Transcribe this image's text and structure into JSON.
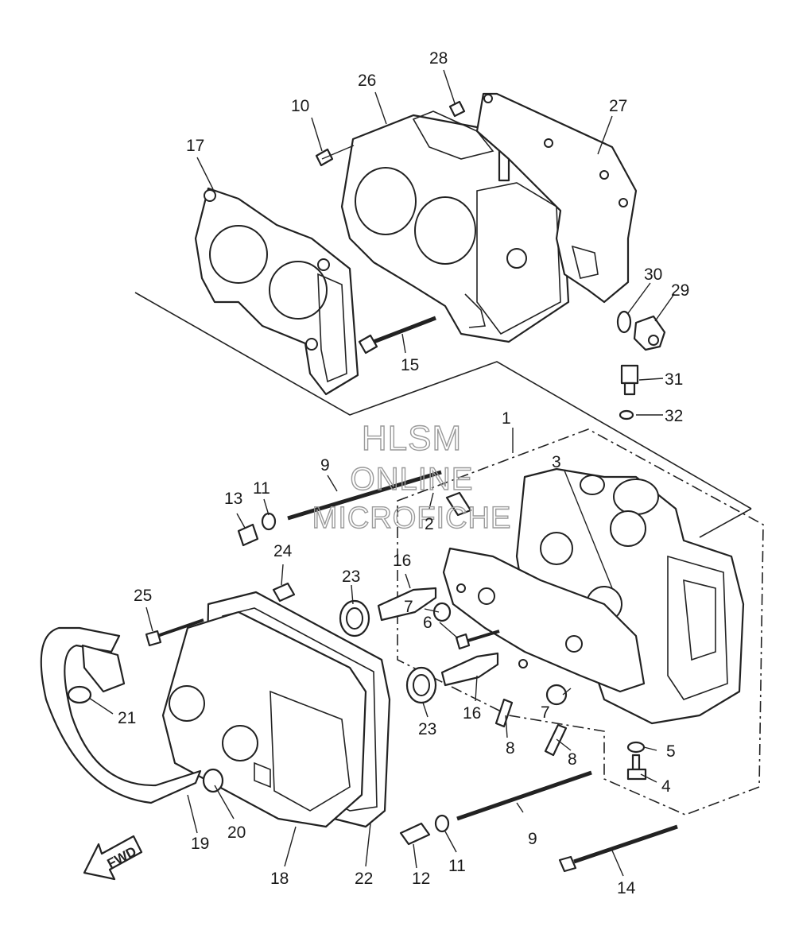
{
  "watermark": {
    "line1": "HLSM",
    "line2": "ONLINE",
    "line3": "MICROFICHE"
  },
  "direction_arrow": {
    "label": "FWD",
    "icon": "fwd-arrow-icon"
  },
  "callouts": [
    {
      "id": "1",
      "label": "1"
    },
    {
      "id": "2",
      "label": "2"
    },
    {
      "id": "3",
      "label": "3"
    },
    {
      "id": "4",
      "label": "4"
    },
    {
      "id": "5",
      "label": "5"
    },
    {
      "id": "6",
      "label": "6"
    },
    {
      "id": "7a",
      "label": "7"
    },
    {
      "id": "7b",
      "label": "7"
    },
    {
      "id": "8a",
      "label": "8"
    },
    {
      "id": "8b",
      "label": "8"
    },
    {
      "id": "9a",
      "label": "9"
    },
    {
      "id": "9b",
      "label": "9"
    },
    {
      "id": "10",
      "label": "10"
    },
    {
      "id": "11a",
      "label": "11"
    },
    {
      "id": "11b",
      "label": "11"
    },
    {
      "id": "12",
      "label": "12"
    },
    {
      "id": "13",
      "label": "13"
    },
    {
      "id": "14",
      "label": "14"
    },
    {
      "id": "15",
      "label": "15"
    },
    {
      "id": "16a",
      "label": "16"
    },
    {
      "id": "16b",
      "label": "16"
    },
    {
      "id": "17",
      "label": "17"
    },
    {
      "id": "18",
      "label": "18"
    },
    {
      "id": "19",
      "label": "19"
    },
    {
      "id": "20",
      "label": "20"
    },
    {
      "id": "21",
      "label": "21"
    },
    {
      "id": "22",
      "label": "22"
    },
    {
      "id": "23a",
      "label": "23"
    },
    {
      "id": "23b",
      "label": "23"
    },
    {
      "id": "24",
      "label": "24"
    },
    {
      "id": "25",
      "label": "25"
    },
    {
      "id": "26",
      "label": "26"
    },
    {
      "id": "27",
      "label": "27"
    },
    {
      "id": "28",
      "label": "28"
    },
    {
      "id": "29",
      "label": "29"
    },
    {
      "id": "30",
      "label": "30"
    },
    {
      "id": "31",
      "label": "31"
    },
    {
      "id": "32",
      "label": "32"
    }
  ]
}
